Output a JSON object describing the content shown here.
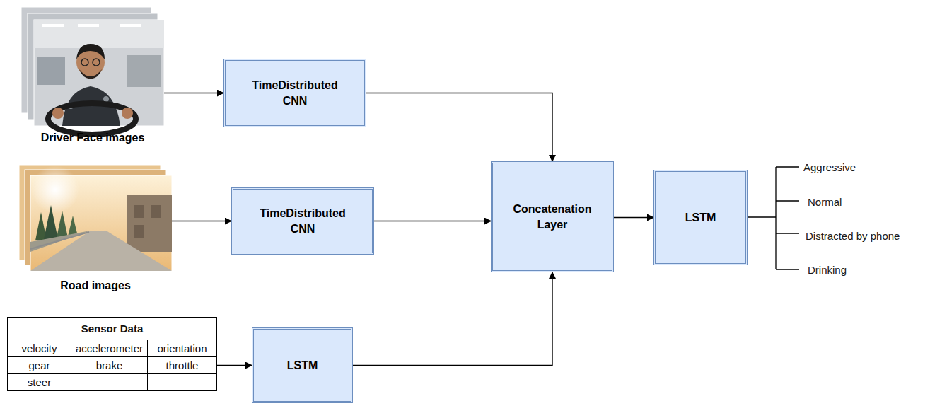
{
  "diagram": {
    "nodes": [
      {
        "text": [
          "Driver Face images"
        ]
      },
      {
        "text": [
          "TimeDistributed CNN"
        ]
      },
      {
        "text": [
          "Road images"
        ]
      },
      {
        "text": [
          "TimeDistributed CNN"
        ]
      },
      {
        "text": [
          "Concatenation Layer"
        ]
      },
      {
        "text": [
          "LSTM"
        ]
      },
      {
        "text": [
          "Sensor Data",
          "velocity",
          "accelerometer",
          "orientation",
          "gear",
          "brake",
          "throttle",
          "steer"
        ]
      },
      {
        "text": [
          "LSTM"
        ]
      }
    ],
    "edges": [
      {
        "from": 0,
        "to": 1,
        "arrow": "to"
      },
      {
        "from": 1,
        "to": 4,
        "arrow": "to"
      },
      {
        "from": 2,
        "to": 3,
        "arrow": "to"
      },
      {
        "from": 3,
        "to": 4,
        "arrow": "to"
      },
      {
        "from": 4,
        "to": 5,
        "arrow": "to"
      },
      {
        "from": 6,
        "to": 7,
        "arrow": "to"
      },
      {
        "from": 7,
        "to": 4,
        "arrow": "to"
      }
    ],
    "labels": [
      "Aggressive",
      "Normal",
      "Distracted by phone",
      "Drinking"
    ]
  }
}
